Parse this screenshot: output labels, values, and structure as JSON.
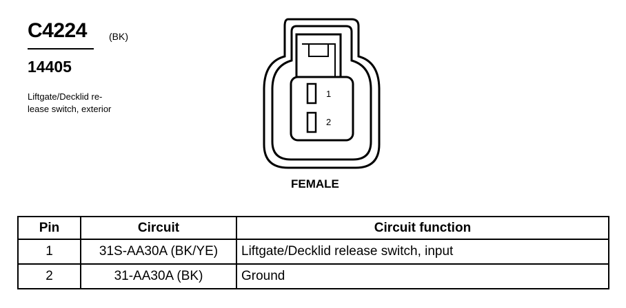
{
  "connector": {
    "id": "C4224",
    "color": "(BK)",
    "part_number": "14405",
    "description": "Liftgate/Decklid re-\nlease switch, exterior",
    "gender": "FEMALE",
    "pins": [
      "1",
      "2"
    ]
  },
  "table": {
    "headers": [
      "Pin",
      "Circuit",
      "Circuit function"
    ],
    "rows": [
      {
        "pin": "1",
        "circuit": "31S-AA30A (BK/YE)",
        "function": "Liftgate/Decklid release switch, input"
      },
      {
        "pin": "2",
        "circuit": "31-AA30A (BK)",
        "function": "Ground"
      }
    ]
  }
}
